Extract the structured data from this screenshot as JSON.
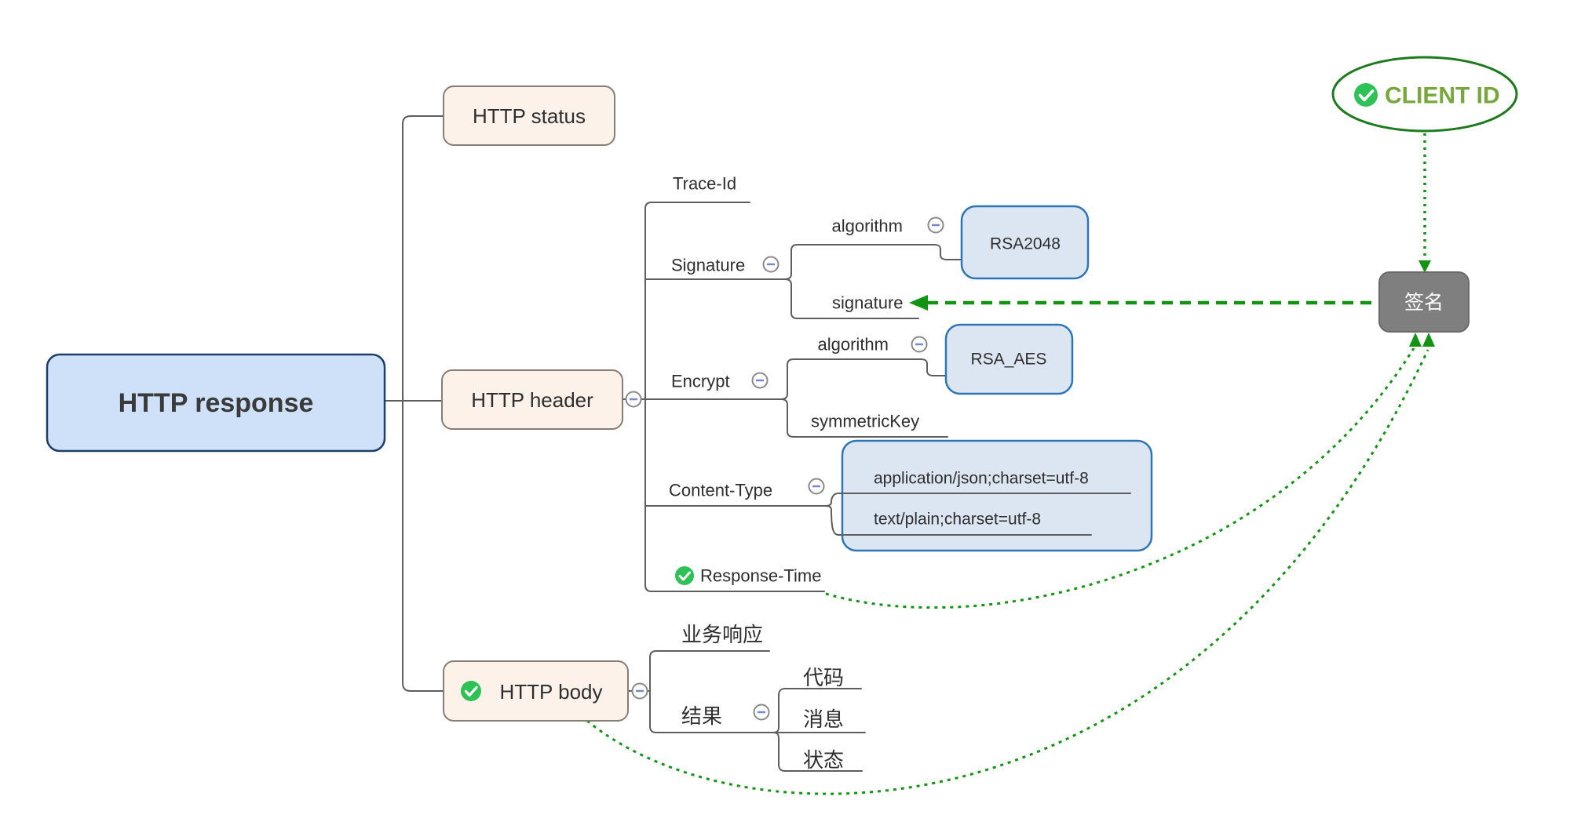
{
  "diagram_title": "HTTP response mind map",
  "nodes": {
    "root": "HTTP response",
    "http_status": "HTTP status",
    "http_header": "HTTP header",
    "http_body": "HTTP body",
    "trace_id": "Trace-Id",
    "signature": "Signature",
    "sig_algorithm": "algorithm",
    "rsa2048": "RSA2048",
    "sig_signature": "signature",
    "encrypt": "Encrypt",
    "enc_algorithm": "algorithm",
    "rsa_aes": "RSA_AES",
    "symmetric_key": "symmetricKey",
    "content_type": "Content-Type",
    "content_type_json": "application/json;charset=utf-8",
    "content_type_text": "text/plain;charset=utf-8",
    "response_time": "Response-Time",
    "biz_response": "业务响应",
    "result": "结果",
    "code": "代码",
    "message": "消息",
    "status_cn": "状态",
    "client_id": "CLIENT ID",
    "sign": "签名"
  },
  "icons": {
    "collapse": "minus-in-circle",
    "verified": "check-in-green-circle"
  },
  "colors": {
    "root_fill": "#cfe1f8",
    "root_stroke": "#1d3d6b",
    "branch_fill": "#fcf2ea",
    "branch_stroke": "#857e76",
    "leaf_fill": "#dce6f2",
    "leaf_stroke": "#2e75b6",
    "sign_fill": "#7f7f7f",
    "connector_gray": "#5e5e5e",
    "arrow_green": "#129312",
    "check_green": "#2ec155",
    "client_text_green": "#77a83d"
  }
}
